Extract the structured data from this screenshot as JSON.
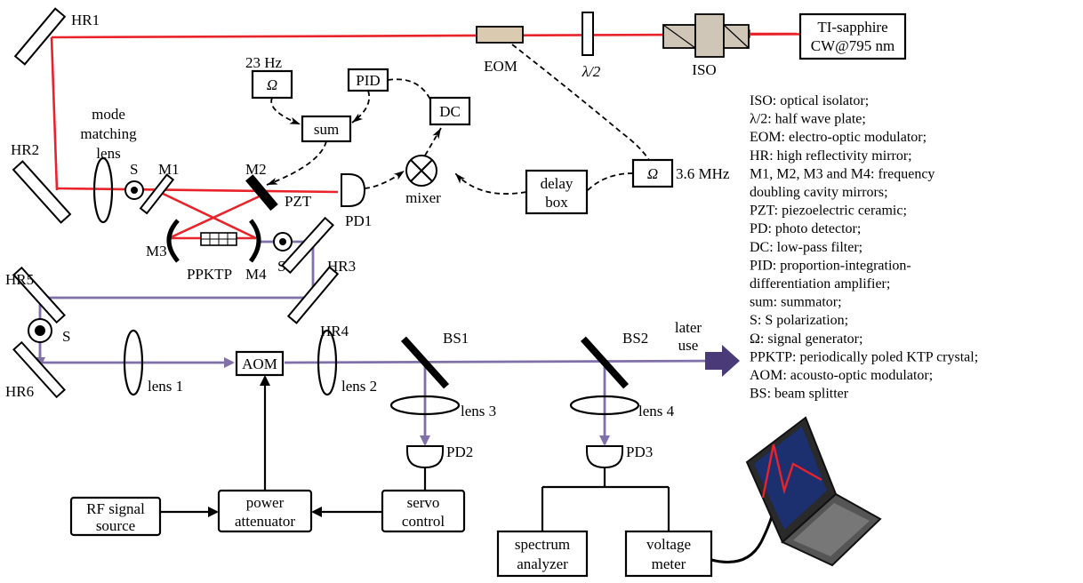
{
  "laser": {
    "line1": "TI-sapphire",
    "line2": "CW@795 nm"
  },
  "components": {
    "iso": "ISO",
    "half_wave": "λ/2",
    "eom": "EOM",
    "hr1": "HR1",
    "hr2": "HR2",
    "hr3": "HR3",
    "hr4": "HR4",
    "hr5": "HR5",
    "hr6": "HR6",
    "mode_matching": [
      "mode",
      "matching",
      "lens"
    ],
    "s": "S",
    "m1": "M1",
    "m2": "M2",
    "m3": "M3",
    "m4": "M4",
    "pzt": "PZT",
    "ppktp": "PPKTP",
    "pd1": "PD1",
    "pd2": "PD2",
    "pd3": "PD3",
    "mixer": "mixer",
    "freq_23": "23 Hz",
    "omega": "Ω",
    "freq_36": "3.6 MHz",
    "pid": "PID",
    "dc": "DC",
    "sum": "sum",
    "delay_box": [
      "delay",
      "box"
    ],
    "aom": "AOM",
    "lens1": "lens 1",
    "lens2": "lens 2",
    "lens3": "lens 3",
    "lens4": "lens 4",
    "bs1": "BS1",
    "bs2": "BS2",
    "later_use": [
      "later",
      "use"
    ],
    "rf_source": [
      "RF signal",
      "source"
    ],
    "power_attenuator": [
      "power",
      "attenuator"
    ],
    "servo": [
      "servo",
      "control"
    ],
    "spectrum": [
      "spectrum",
      "analyzer"
    ],
    "voltage": [
      "voltage",
      "meter"
    ]
  },
  "legend": [
    "ISO: optical isolator;",
    "λ/2: half wave plate;",
    "EOM: electro-optic modulator;",
    "HR: high reflectivity mirror;",
    "M1, M2, M3 and M4: frequency",
    "doubling cavity mirrors;",
    "PZT: piezoelectric ceramic;",
    "PD: photo detector;",
    "DC: low-pass filter;",
    "PID: proportion-integration-",
    "differentiation amplifier;",
    "sum: summator;",
    "S: S polarization;",
    "Ω: signal generator;",
    "PPKTP: periodically poled KTP crystal;",
    "AOM: acousto-optic modulator;",
    "BS: beam splitter"
  ],
  "colors": {
    "fundamental_beam": "#e8232a",
    "second_harmonic_beam": "#8070aa"
  }
}
